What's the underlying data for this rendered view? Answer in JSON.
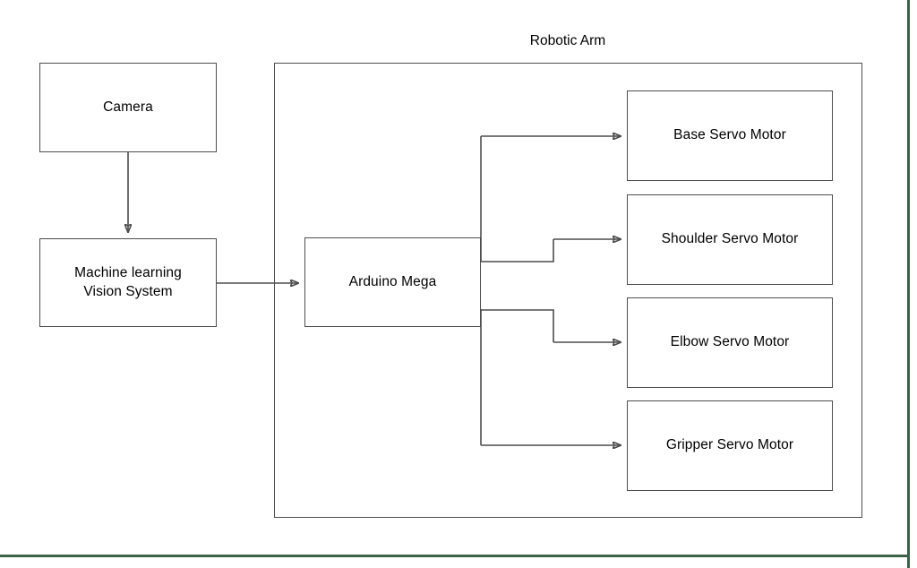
{
  "diagram": {
    "title": "Robotic Arm",
    "type": "block-diagram",
    "stroke_color": "#4d4d4d",
    "text_color": "#000000",
    "background_color": "#ffffff",
    "frame_color": "#3d6147"
  },
  "group": {
    "label": "Robotic Arm"
  },
  "nodes": {
    "camera": {
      "label": "Camera"
    },
    "vision": {
      "label": "Machine learning\nVision System"
    },
    "arduino": {
      "label": "Arduino Mega"
    },
    "base_servo": {
      "label": "Base Servo Motor"
    },
    "shoulder_servo": {
      "label": "Shoulder Servo Motor"
    },
    "elbow_servo": {
      "label": "Elbow Servo Motor"
    },
    "gripper_servo": {
      "label": "Gripper Servo Motor"
    }
  },
  "edges": [
    {
      "from": "Camera",
      "to": "Machine learning Vision System"
    },
    {
      "from": "Machine learning Vision System",
      "to": "Arduino Mega"
    },
    {
      "from": "Arduino Mega",
      "to": "Base Servo Motor"
    },
    {
      "from": "Arduino Mega",
      "to": "Shoulder Servo Motor"
    },
    {
      "from": "Arduino Mega",
      "to": "Elbow Servo Motor"
    },
    {
      "from": "Arduino Mega",
      "to": "Gripper Servo Motor"
    }
  ]
}
